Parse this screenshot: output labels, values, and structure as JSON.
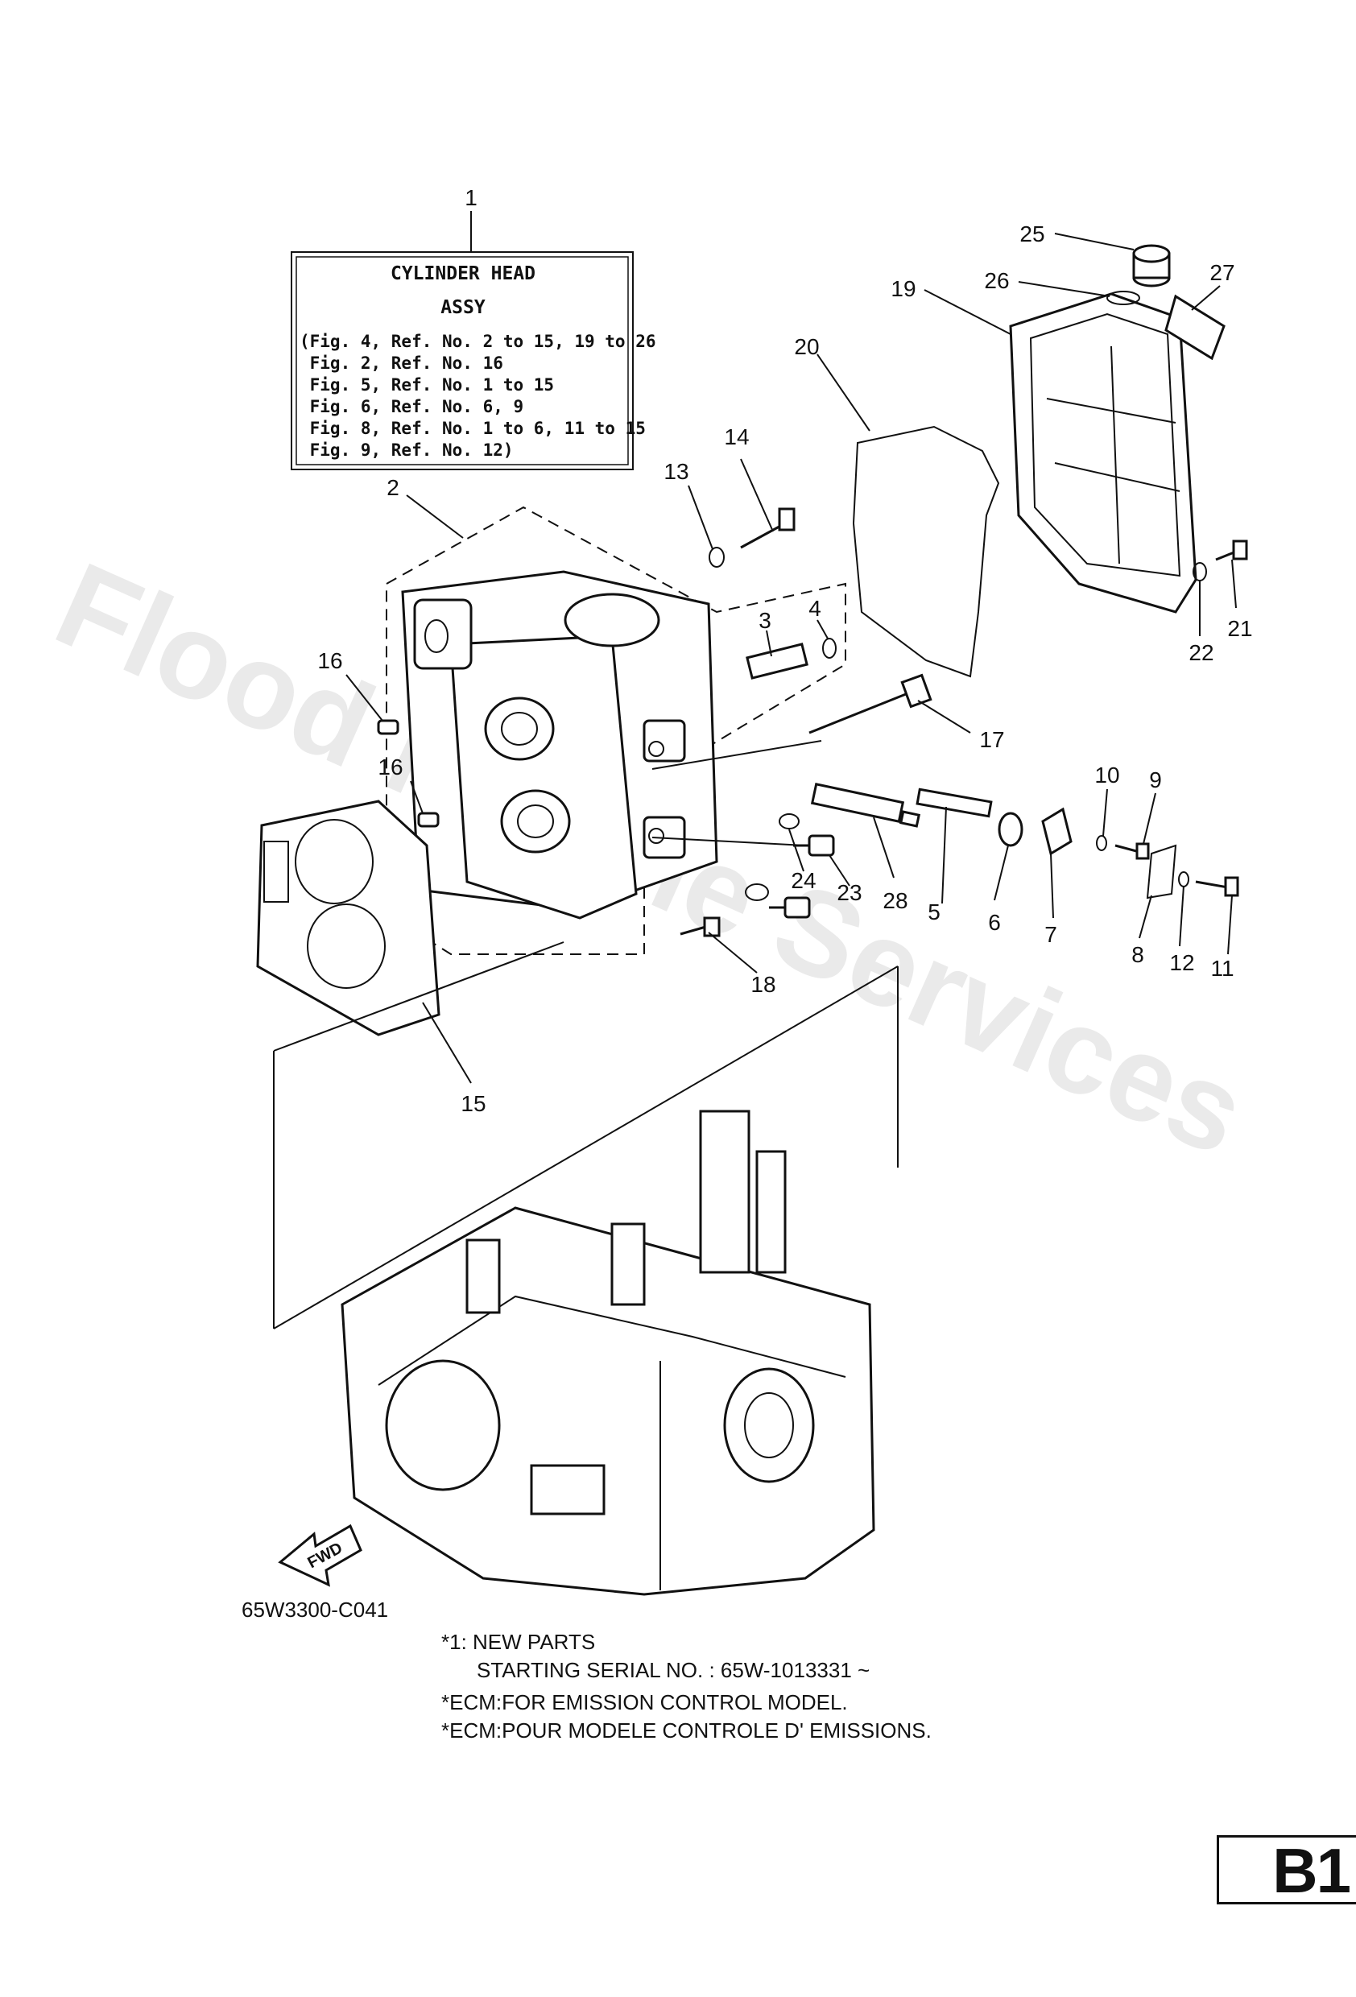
{
  "assembly_box": {
    "title_line1": "CYLINDER HEAD",
    "title_line2": "ASSY",
    "lines": [
      "(Fig. 4, Ref. No. 2 to 15, 19 to 26",
      " Fig. 2, Ref. No. 16",
      " Fig. 5, Ref. No. 1 to 15",
      " Fig. 6, Ref. No. 6, 9",
      " Fig. 8, Ref. No. 1 to 6, 11 to 15",
      " Fig. 9, Ref. No. 12)"
    ]
  },
  "callouts": {
    "c1": "1",
    "c2": "2",
    "c3": "3",
    "c4": "4",
    "c5": "5",
    "c6": "6",
    "c7": "7",
    "c8": "8",
    "c9": "9",
    "c10": "10",
    "c11": "11",
    "c12": "12",
    "c13": "13",
    "c14": "14",
    "c15": "15",
    "c16a": "16",
    "c16b": "16",
    "c17": "17",
    "c18": "18",
    "c19": "19",
    "c20": "20",
    "c21": "21",
    "c22": "22",
    "c23": "23",
    "c24": "24",
    "c25": "25",
    "c26": "26",
    "c27": "27",
    "c28": "28"
  },
  "fwd_label": "FWD",
  "drawing_code": "65W3300-C041",
  "notes": {
    "line1": "*1: NEW PARTS",
    "line2": "STARTING SERIAL NO. : 65W-1013331 ~",
    "line3": "*ECM:FOR EMISSION CONTROL MODEL.",
    "line4": "*ECM:POUR MODELE CONTROLE D' EMISSIONS."
  },
  "watermark": "Flood Marine Services",
  "page_id": "B1"
}
